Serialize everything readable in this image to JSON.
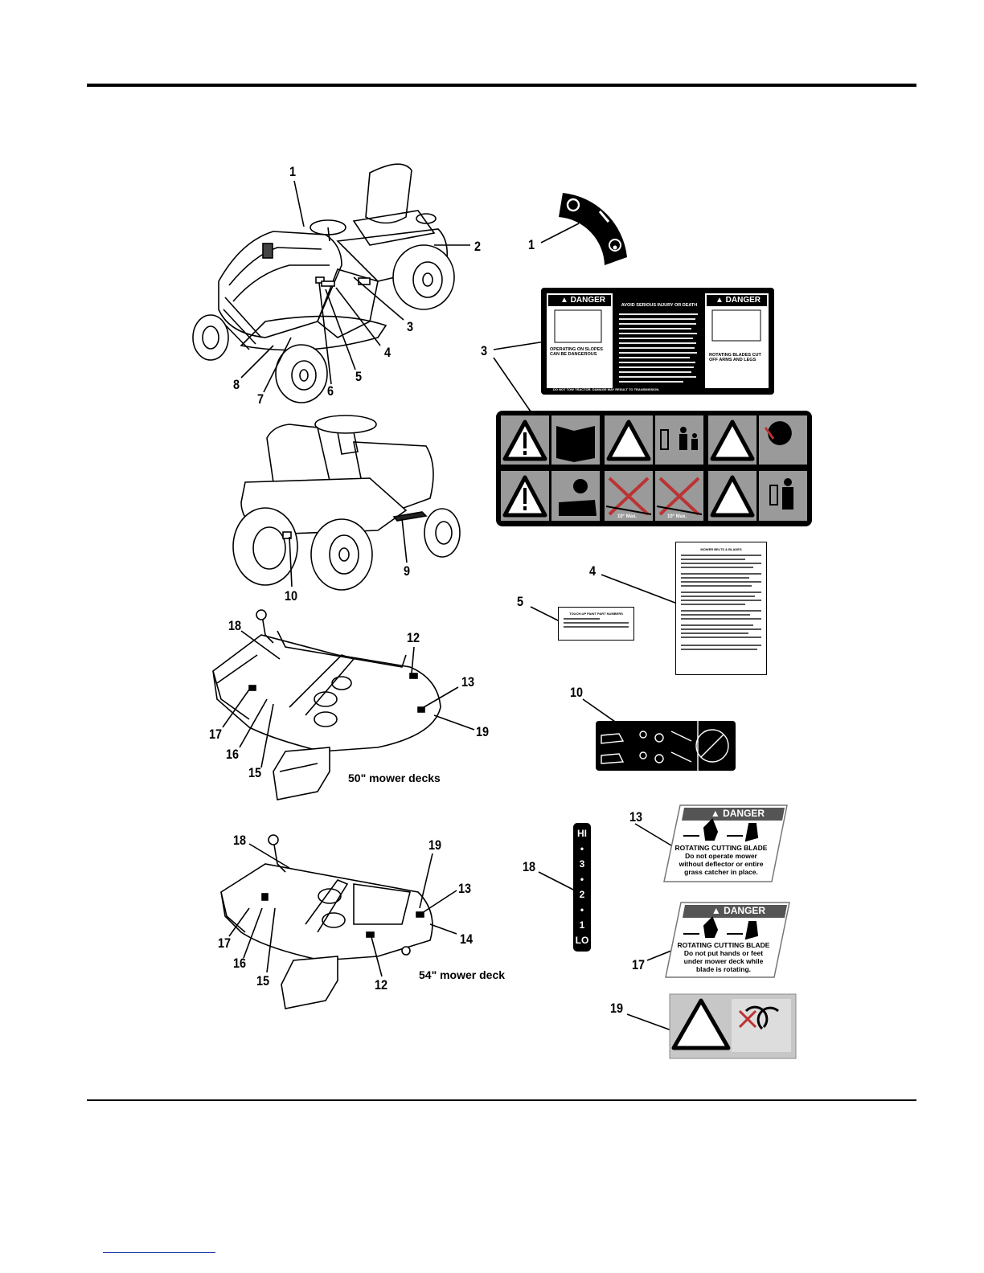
{
  "callouts": {
    "tractor_front": [
      "1",
      "2",
      "3",
      "4",
      "5",
      "6",
      "7",
      "8"
    ],
    "tractor_rear": [
      "9",
      "10"
    ],
    "deck50": [
      "18",
      "12",
      "13",
      "19",
      "17",
      "16",
      "15"
    ],
    "deck54": [
      "18",
      "19",
      "13",
      "14",
      "17",
      "16",
      "15",
      "12"
    ],
    "decals": [
      "1",
      "3",
      "4",
      "5",
      "10",
      "13",
      "18",
      "17",
      "19"
    ]
  },
  "captions": {
    "deck50": "50\" mower decks",
    "deck54": "54\" mower deck"
  },
  "decal3": {
    "danger_left": "DANGER",
    "danger_right": "DANGER",
    "center_title": "AVOID SERIOUS INJURY OR DEATH",
    "left_text1": "OPERATING ON SLOPES",
    "left_text2": "CAN BE DANGEROUS",
    "right_text1": "ROTATING BLADES CUT",
    "right_text2": "OFF ARMS AND LEGS",
    "footer": "DO NOT TOW TRACTOR. DAMAGE MAY RESULT TO TRANSMISSION.",
    "slope1": "10° Max.",
    "slope2": "10° Max."
  },
  "decal4": {
    "title": "MOWER BELTS & BLADES"
  },
  "decal5": {
    "title": "TOUCH-UP PAINT PART NUMBERS"
  },
  "decal13": {
    "danger": "DANGER",
    "l1": "ROTATING CUTTING BLADE",
    "l2": "Do not operate mower",
    "l3": "without deflector or entire",
    "l4": "grass catcher in place."
  },
  "decal17": {
    "danger": "DANGER",
    "l1": "ROTATING CUTTING BLADE",
    "l2": "Do not put hands or feet",
    "l3": "under mower deck while",
    "l4": "blade is rotating."
  },
  "decal18": [
    "HI",
    "•",
    "3",
    "•",
    "2",
    "•",
    "1",
    "LO"
  ],
  "decal1_symbols": {
    "off": "O",
    "on": "I"
  }
}
